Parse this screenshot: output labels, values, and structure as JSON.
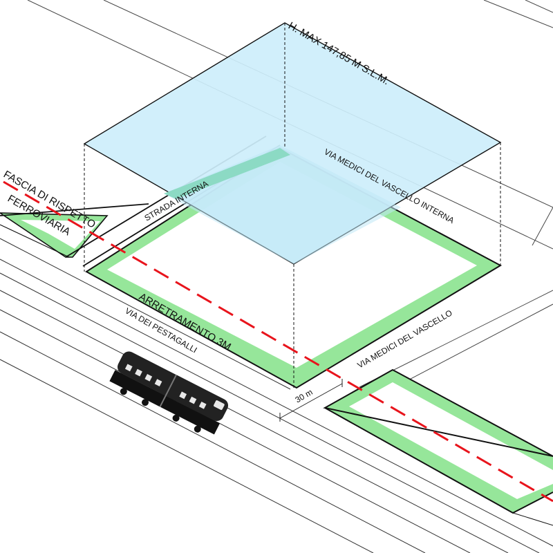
{
  "labels": {
    "height_max": "H. MAX 147,85 M S.L.M.",
    "via_medici_interna": "VIA MEDICI DEL VASCELLO INTERNA",
    "strada_interna": "STRADA INTERNA",
    "fascia_line1": "FASCIA DI RISPETTO",
    "fascia_line2": "FERROVIARIA",
    "arretramento": "ARRETRAMENTO 3M",
    "via_pestagalli": "VIA DEI PESTAGALLI",
    "via_medici": "VIA MEDICI DEL VASCELLO",
    "distance": "30 m"
  },
  "colors": {
    "volume_fill": "#cdeefb",
    "setback_fill": "#96e69a",
    "overlap_fill": "#8cdac4",
    "rail_buffer_line": "#e8141c",
    "outline": "#111111"
  },
  "icons": {
    "train": "train-icon"
  }
}
